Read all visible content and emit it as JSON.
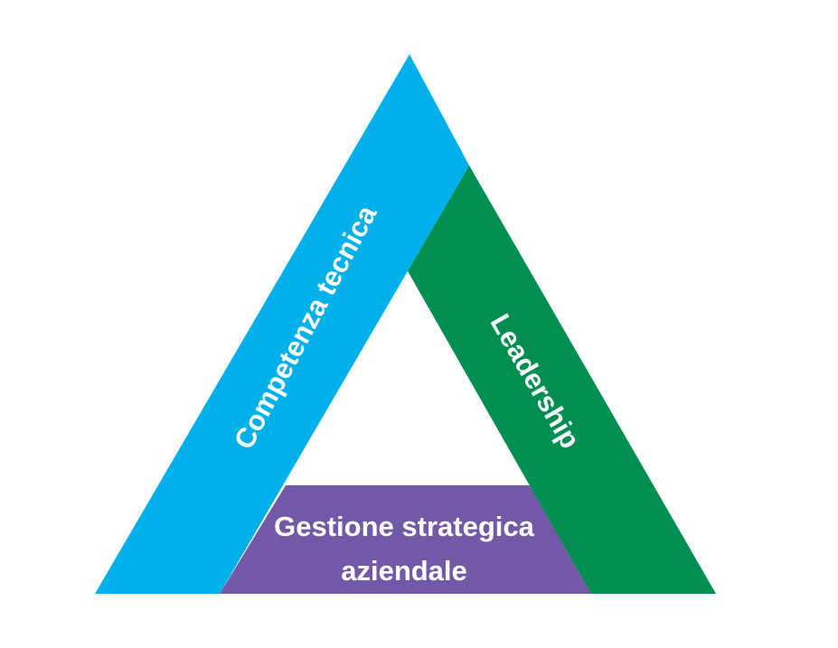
{
  "diagram": {
    "sides": {
      "left": {
        "label": "Competenza tecnica",
        "color": "#00b0ea"
      },
      "right": {
        "label": "Leadership",
        "color": "#008f51"
      },
      "bottom": {
        "label_line1": "Gestione strategica",
        "label_line2": "aziendale",
        "color": "#7259a8"
      }
    }
  }
}
